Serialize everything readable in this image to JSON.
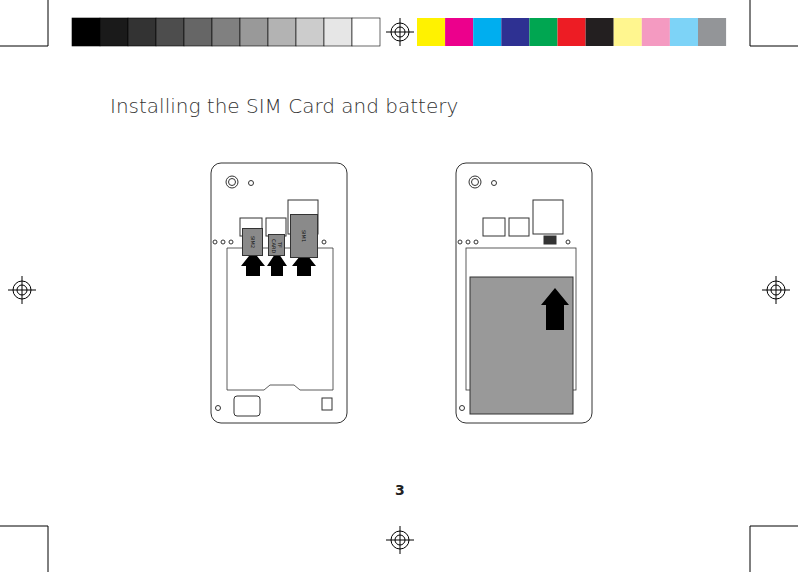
{
  "diagram": {
    "title": "Installing the SIM Card and battery",
    "nodes": [
      {
        "text": [
          "SIM2"
        ]
      },
      {
        "text": [
          "TF CARD"
        ]
      },
      {
        "text": [
          "SIM1"
        ]
      }
    ],
    "labels": [
      "3"
    ]
  }
}
